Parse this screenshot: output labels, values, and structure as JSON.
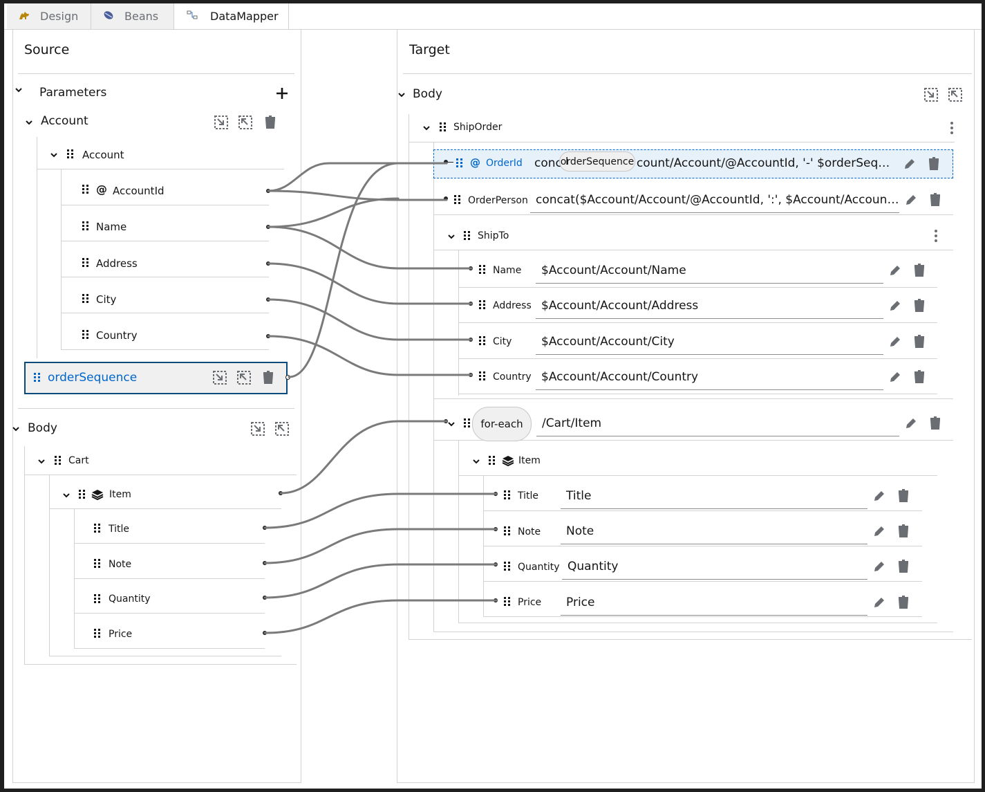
{
  "tabs": [
    {
      "label": "Design",
      "icon": "camel-icon"
    },
    {
      "label": "Beans",
      "icon": "bean-icon"
    },
    {
      "label": "DataMapper",
      "icon": "datamapper-icon"
    }
  ],
  "source": {
    "title": "Source",
    "parameters": {
      "label": "Parameters",
      "account_param": "Account",
      "account_root": "Account",
      "account_fields": [
        "AccountId",
        "Name",
        "Address",
        "City",
        "Country"
      ],
      "order_sequence": "orderSequence"
    },
    "body": {
      "label": "Body",
      "cart": "Cart",
      "item": "Item",
      "item_fields": [
        "Title",
        "Note",
        "Quantity",
        "Price"
      ]
    }
  },
  "target": {
    "title": "Target",
    "body": "Body",
    "ship_order": "ShipOrder",
    "order_id": {
      "label": "OrderId",
      "expr_start": "conc",
      "expr_end": "count/Account/@AccountId, '-' $orderSequen..."
    },
    "drag_tooltip": "orderSequence",
    "order_person": {
      "label": "OrderPerson",
      "expr": "concat($Account/Account/@AccountId, ':', $Account/Account/N..."
    },
    "ship_to": {
      "label": "ShipTo",
      "fields": [
        {
          "label": "Name",
          "expr": "$Account/Account/Name"
        },
        {
          "label": "Address",
          "expr": "$Account/Account/Address"
        },
        {
          "label": "City",
          "expr": "$Account/Account/City"
        },
        {
          "label": "Country",
          "expr": "$Account/Account/Country"
        }
      ]
    },
    "for_each": {
      "label": "for-each",
      "expr": "/Cart/Item"
    },
    "item": {
      "label": "Item",
      "fields": [
        {
          "label": "Title",
          "expr": "Title"
        },
        {
          "label": "Note",
          "expr": "Note"
        },
        {
          "label": "Quantity",
          "expr": "Quantity"
        },
        {
          "label": "Price",
          "expr": "Price"
        }
      ]
    }
  },
  "colors": {
    "selected_text": "#0066cc",
    "selected_border": "#06497a",
    "mapping_line": "#7a7a7a"
  }
}
